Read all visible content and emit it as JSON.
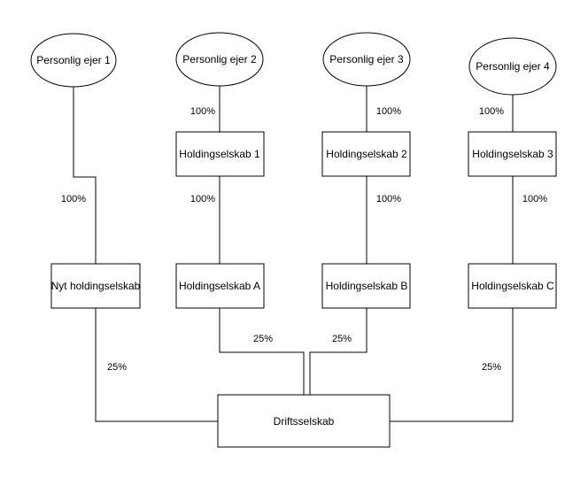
{
  "nodes": {
    "owner1": "Personlig ejer 1",
    "owner2": "Personlig ejer 2",
    "owner3": "Personlig ejer 3",
    "owner4": "Personlig ejer 4",
    "holding1": "Holdingselskab 1",
    "holding2": "Holdingselskab 2",
    "holding3": "Holdingselskab 3",
    "new_holding": "Nyt holdingselskab",
    "holdingA": "Holdingselskab A",
    "holdingB": "Holdingselskab B",
    "holdingC": "Holdingselskab C",
    "operating": "Driftsselskab"
  },
  "ownership": {
    "owner1_to_new_holding": "100%",
    "owner2_to_holding1": "100%",
    "owner3_to_holding2": "100%",
    "owner4_to_holding3": "100%",
    "holding1_to_holdingA": "100%",
    "holding2_to_holdingB": "100%",
    "holding3_to_holdingC": "100%",
    "new_holding_to_operating": "25%",
    "holdingA_to_operating": "25%",
    "holdingB_to_operating": "25%",
    "holdingC_to_operating": "25%"
  }
}
